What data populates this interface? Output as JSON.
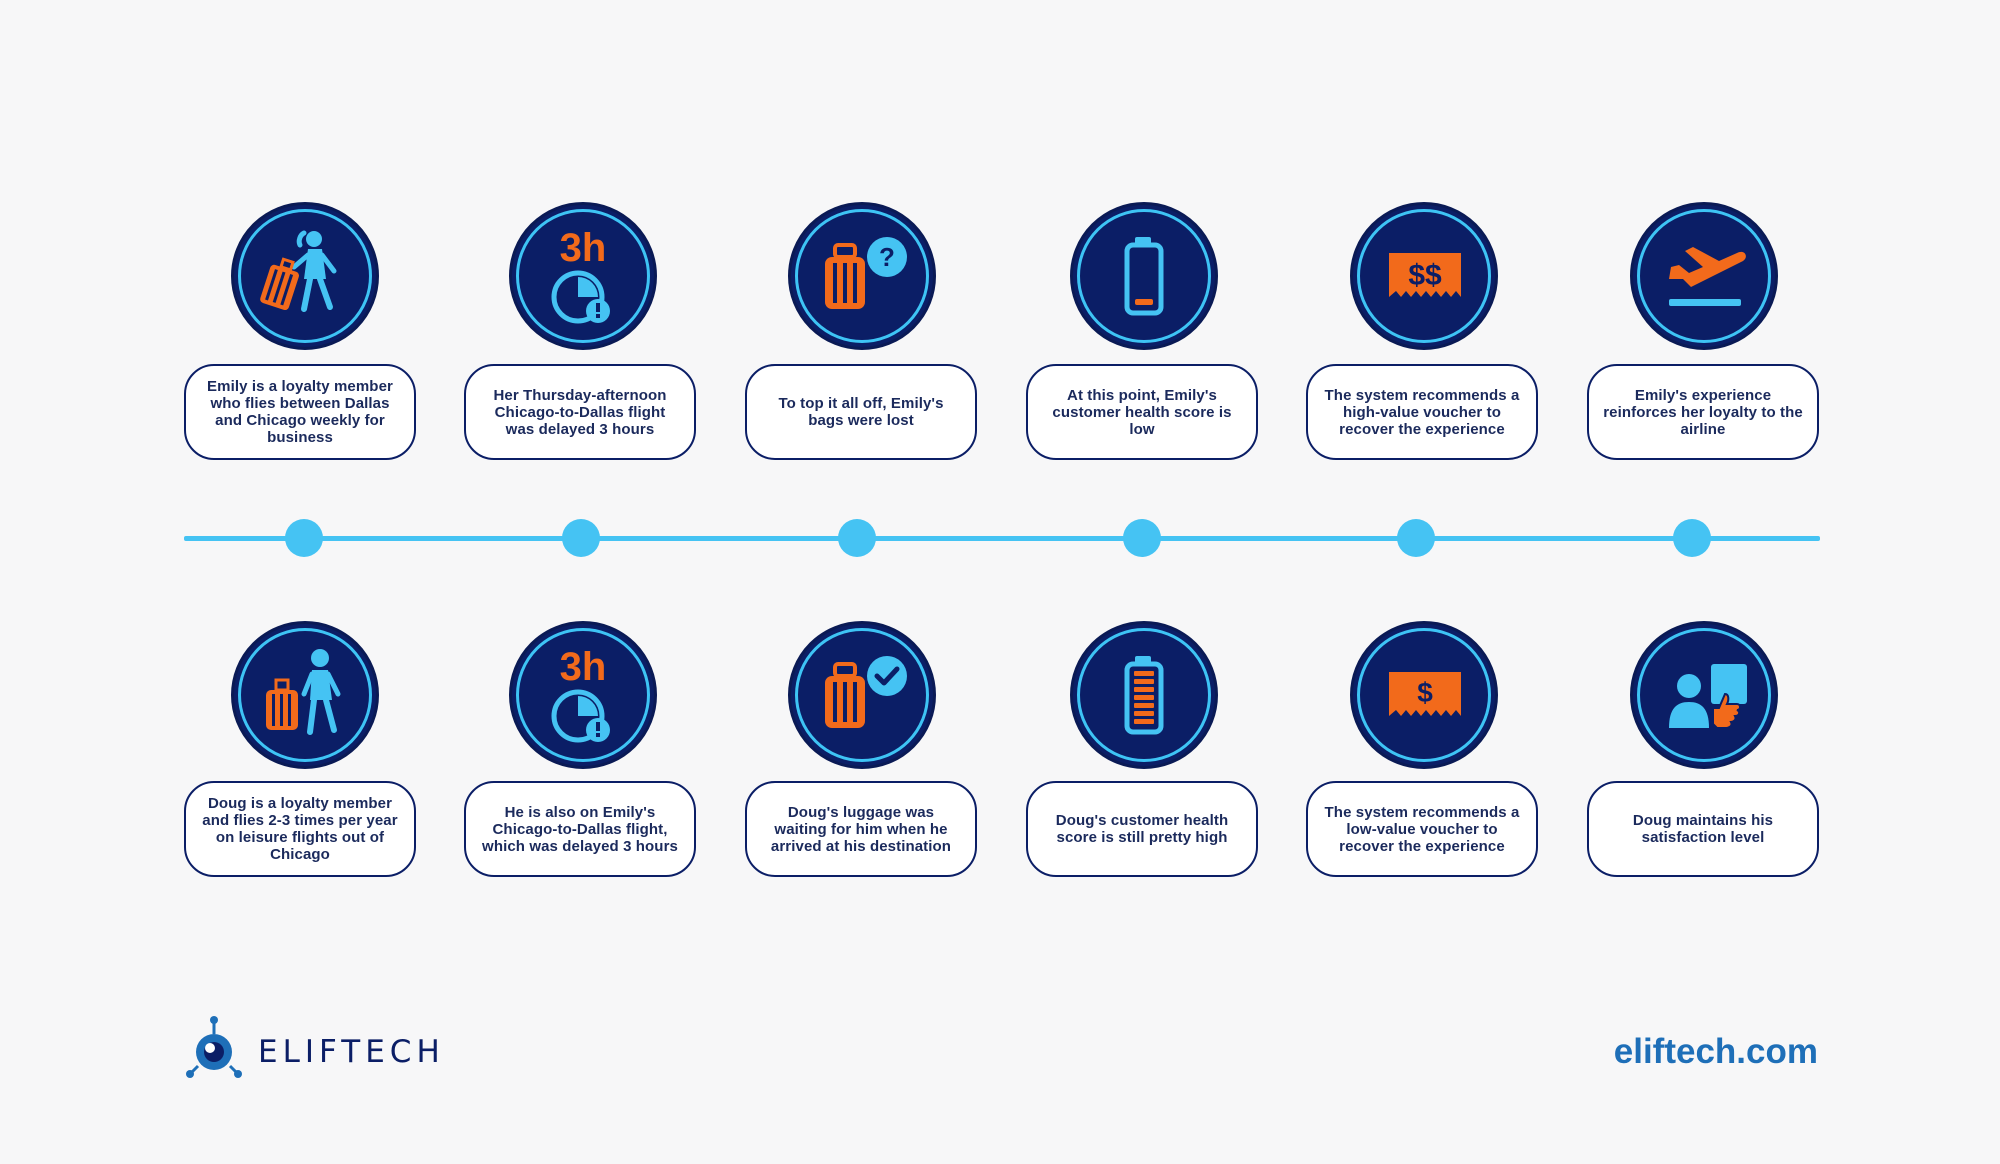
{
  "top_row": [
    {
      "icon": "woman-with-luggage-icon",
      "text": "Emily is a loyalty member who flies between Dallas and Chicago weekly for business"
    },
    {
      "icon": "delay-clock-3h-icon",
      "badge": "3h",
      "text": "Her Thursday-afternoon Chicago-to-Dallas flight was delayed 3 hours"
    },
    {
      "icon": "lost-luggage-icon",
      "text": "To top it all off, Emily's bags were lost"
    },
    {
      "icon": "low-battery-icon",
      "text": "At this point, Emily's customer health score is low"
    },
    {
      "icon": "high-value-voucher-icon",
      "voucher": "$$",
      "text": "The system recommends a high-value voucher to recover the experience"
    },
    {
      "icon": "plane-takeoff-icon",
      "text": "Emily's experience reinforces her loyalty to the airline"
    }
  ],
  "bottom_row": [
    {
      "icon": "man-with-luggage-icon",
      "text": "Doug is a loyalty member and flies 2-3 times per year on leisure flights out of Chicago"
    },
    {
      "icon": "delay-clock-3h-icon",
      "badge": "3h",
      "text": "He is also on Emily's Chicago-to-Dallas flight, which was delayed 3 hours"
    },
    {
      "icon": "luggage-found-icon",
      "text": "Doug's luggage was waiting for him when he arrived at his destination"
    },
    {
      "icon": "full-battery-icon",
      "text": "Doug's customer health score is still pretty high"
    },
    {
      "icon": "low-value-voucher-icon",
      "voucher": "$",
      "text": "The system recommends a low-value voucher to recover the experience"
    },
    {
      "icon": "satisfied-customer-icon",
      "text": "Doug maintains his satisfaction level"
    }
  ],
  "colors": {
    "navy": "#0b1e66",
    "cyan": "#45c3f3",
    "orange": "#f26a1b",
    "link": "#1e6fb8"
  },
  "footer": {
    "brand": "ELIFTECH",
    "url": "eliftech.com"
  }
}
